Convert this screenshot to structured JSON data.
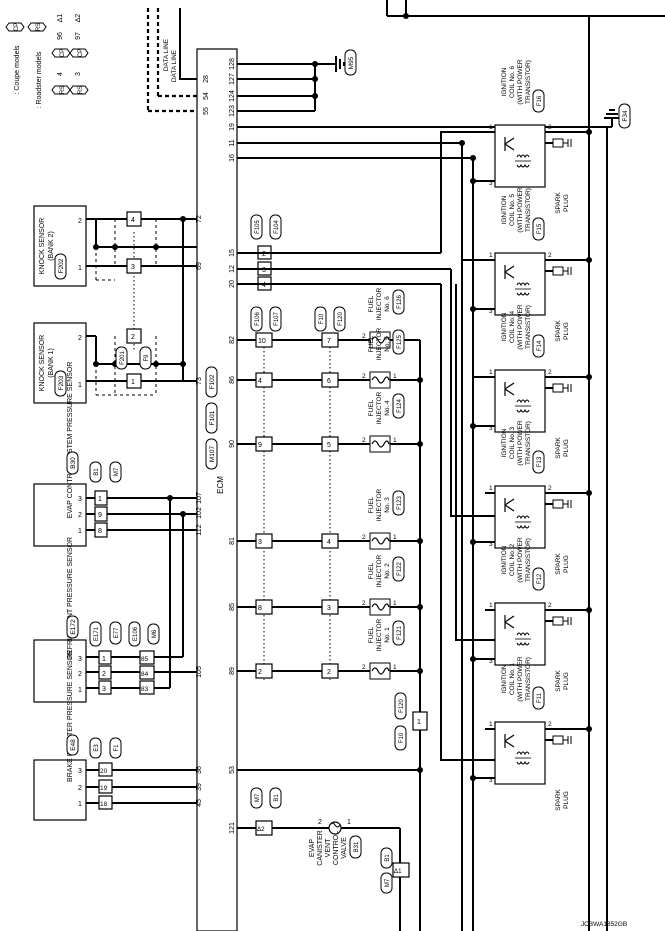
{
  "ecm": {
    "label": "ECM",
    "connectors": [
      "M107",
      "F101",
      "F102"
    ],
    "top_pins": [
      "128",
      "127",
      "124",
      "123",
      "19",
      "11",
      "16",
      "15",
      "12",
      "20"
    ],
    "data_line_pins": [
      "28",
      "54",
      "55"
    ],
    "side_pins": [
      "72",
      "69",
      "73",
      "107",
      "102",
      "112",
      "105",
      "36",
      "39",
      "45",
      "121",
      "53",
      "89",
      "85",
      "81",
      "90",
      "86",
      "82"
    ]
  },
  "data_line": "DATA LINE",
  "ground_connectors": [
    "M95",
    "F34"
  ],
  "legend": {
    "cp": "CP",
    "cp_text": ": Coupe models",
    "rs": "RS",
    "rs_text": ": Roadster models",
    "n1": "∆1",
    "n1_pins": "96",
    "n1_tag": "CP",
    "n1_alt": "4",
    "n1_alt_tag": "RS",
    "n2": "∆2",
    "n2_pins": "97",
    "n2_tag": "CP",
    "n2_alt": "3",
    "n2_alt_tag": "RS"
  },
  "sensors": [
    {
      "name": "KNOCK SENSOR",
      "sub": "(BANK 2)",
      "conn": "F202",
      "pins": [
        "2",
        "1"
      ]
    },
    {
      "name": "KNOCK SENSOR",
      "sub": "(BANK 1)",
      "conn": "F203",
      "pins": [
        "2",
        "1"
      ]
    },
    {
      "name": "EVAP CONTROL SYSTEM PRESSURE SENSOR",
      "conn": "B30",
      "pins": [
        "3",
        "2",
        "1"
      ]
    },
    {
      "name": "REFRIGERANT PRESSURE SENSOR",
      "conn": "E172",
      "pins": [
        "3",
        "2",
        "1"
      ]
    },
    {
      "name": "BRAKE BOOSTER PRESSURE SENSOR",
      "conn": "E48",
      "pins": [
        "3",
        "2",
        "1"
      ]
    }
  ],
  "knock_connectors": [
    "F201",
    "F9"
  ],
  "knock_pins": [
    "4",
    "3",
    "2",
    "1"
  ],
  "evap_connectors": [
    "B1",
    "M7"
  ],
  "evap_pins": [
    "1",
    "9",
    "8"
  ],
  "refrig_connectors": [
    "E171",
    "E77",
    "E106",
    "M6"
  ],
  "refrig_pins": [
    "1",
    "2",
    "3",
    "85",
    "84",
    "83"
  ],
  "brake_connectors": [
    "E3",
    "F1"
  ],
  "brake_pins": [
    "20",
    "19",
    "18"
  ],
  "coil_connectors": [
    "F105",
    "F104"
  ],
  "coil_pins": [
    "2",
    "3",
    "4"
  ],
  "injector_conn_left": [
    "F106",
    "F107"
  ],
  "injector_conn_right": [
    "F10",
    "F120"
  ],
  "injector_pins_left": [
    "10",
    "4",
    "9",
    "3",
    "8",
    "2"
  ],
  "injector_pins_right": [
    "7",
    "6",
    "5",
    "4",
    "3",
    "2"
  ],
  "injectors": [
    {
      "l1": "FUEL",
      "l2": "INJECTOR",
      "l3": "No. 6",
      "conn": "F126"
    },
    {
      "l1": "FUEL",
      "l2": "INJECTOR",
      "l3": "No. 5",
      "conn": "F125"
    },
    {
      "l1": "FUEL",
      "l2": "INJECTOR",
      "l3": "No. 4",
      "conn": "F124"
    },
    {
      "l1": "FUEL",
      "l2": "INJECTOR",
      "l3": "No. 3",
      "conn": "F123"
    },
    {
      "l1": "FUEL",
      "l2": "INJECTOR",
      "l3": "No. 2",
      "conn": "F122"
    },
    {
      "l1": "FUEL",
      "l2": "INJECTOR",
      "l3": "No. 1",
      "conn": "F121"
    }
  ],
  "injector_feed": {
    "connectors": [
      "F10",
      "F120"
    ],
    "pin": "1"
  },
  "evap_valve": {
    "l1": "EVAP",
    "l2": "CANISTER",
    "l3": "VENT",
    "l4": "CONTROL",
    "l5": "VALVE",
    "conn": "B31",
    "pins": [
      "2",
      "1"
    ]
  },
  "valve_connectors": [
    "M7",
    "B1"
  ],
  "valve_pin_tag": "∆2",
  "valve_lower_connectors": [
    "B1",
    "M7"
  ],
  "valve_lower_tag": "∆1",
  "coils": [
    {
      "l1": "IGNITION",
      "l2": "COIL No. 6",
      "l3": "(WITH POWER",
      "l4": "TRANSISTOR)",
      "conn": "F16"
    },
    {
      "l1": "IGNITION",
      "l2": "COIL No. 5",
      "l3": "(WITH POWER",
      "l4": "TRANSISTOR)",
      "conn": "F15"
    },
    {
      "l1": "IGNITION",
      "l2": "COIL No. 4",
      "l3": "(WITH POWER",
      "l4": "TRANSISTOR)",
      "conn": "F14"
    },
    {
      "l1": "IGNITION",
      "l2": "COIL No. 3",
      "l3": "(WITH POWER",
      "l4": "TRANSISTOR)",
      "conn": "F13"
    },
    {
      "l1": "IGNITION",
      "l2": "COIL No. 2",
      "l3": "(WITH POWER",
      "l4": "TRANSISTOR)",
      "conn": "F12"
    },
    {
      "l1": "IGNITION",
      "l2": "COIL No. 1",
      "l3": "(WITH POWER",
      "l4": "TRANSISTOR)",
      "conn": "F11"
    }
  ],
  "coil_pins_labels": [
    "1",
    "2",
    "3"
  ],
  "spark_plug": [
    "SPARK",
    "PLUG"
  ],
  "diagram_id": "JCBWA1852GB"
}
